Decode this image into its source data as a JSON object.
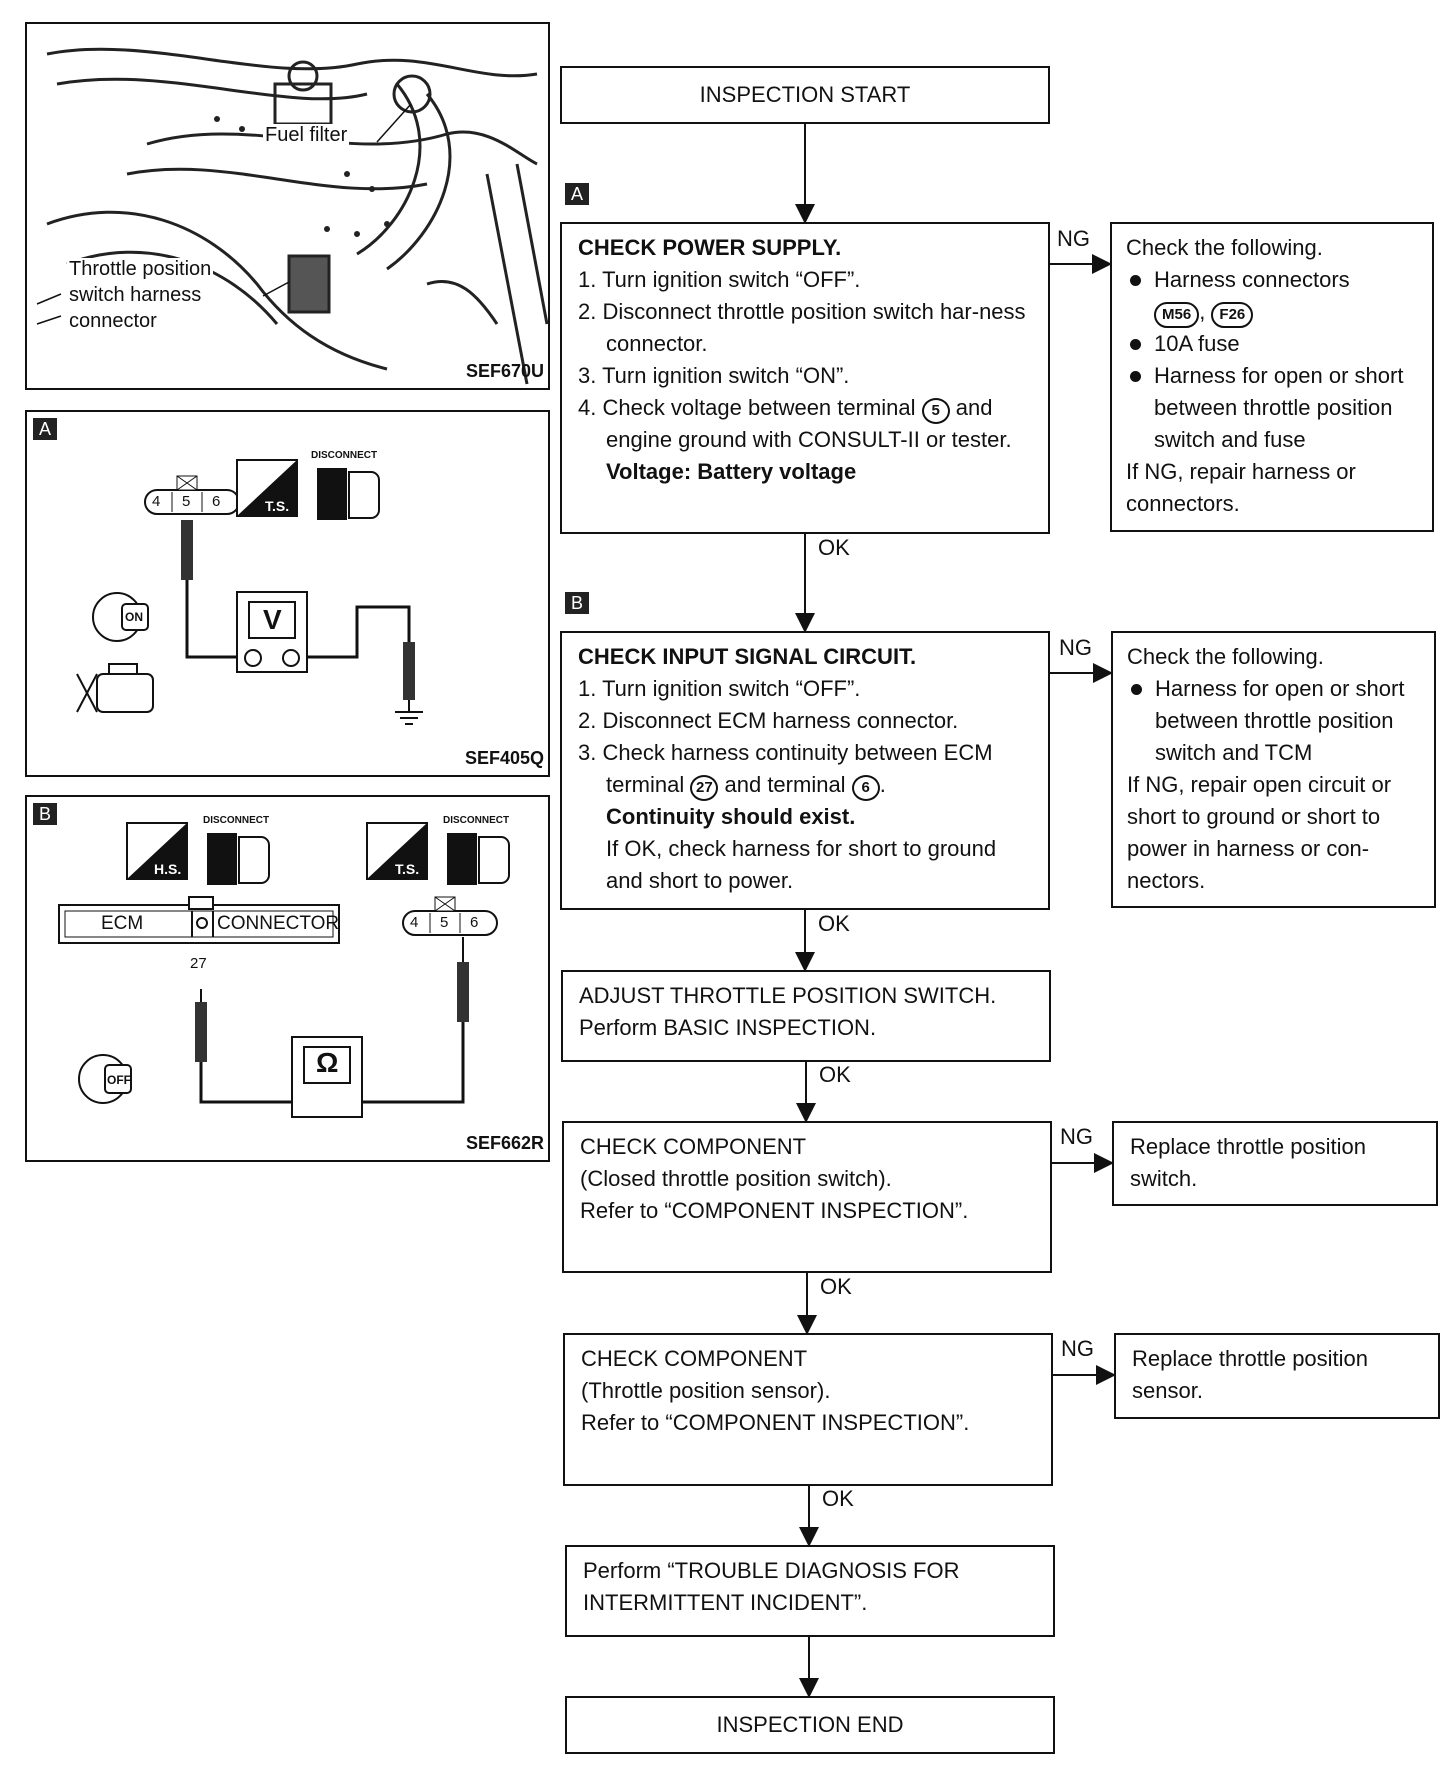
{
  "photo": {
    "fuel_filter": "Fuel filter",
    "tps_line1": "Throttle position",
    "tps_line2": "switch harness",
    "tps_line3": "connector",
    "code": "SEF670U"
  },
  "diagram_a": {
    "tag": "A",
    "disconnect": "DISCONNECT",
    "ts": "T.S.",
    "pins": [
      "4",
      "5",
      "6"
    ],
    "meter": "V",
    "key": "ON",
    "code": "SEF405Q"
  },
  "diagram_b": {
    "tag": "B",
    "disconnect": "DISCONNECT",
    "hs": "H.S.",
    "ts": "T.S.",
    "ecm": "ECM",
    "connector": "CONNECTOR",
    "terminal": "27",
    "pins": [
      "4",
      "5",
      "6"
    ],
    "meter": "Ω",
    "key": "OFF",
    "code": "SEF662R"
  },
  "flow": {
    "start": "INSPECTION START",
    "tag_a": "A",
    "tag_b": "B",
    "ok": "OK",
    "ng": "NG",
    "step_a": {
      "title": "CHECK POWER SUPPLY.",
      "s1": "1. Turn ignition switch “OFF”.",
      "s2": "2. Disconnect throttle position switch har-ness connector.",
      "s3": "3. Turn ignition switch “ON”.",
      "s4a": "4. Check voltage between terminal",
      "s4_terminal": "5",
      "s4b": "and engine ground with CONSULT-II or tester.",
      "spec": "Voltage: Battery voltage"
    },
    "ng_a": {
      "head": "Check the following.",
      "b1": "Harness connectors",
      "conn1": "M56",
      "conn2": "F26",
      "b2": "10A fuse",
      "b3": "Harness for open or short between throttle position switch and fuse",
      "tail": "If NG, repair harness or connectors."
    },
    "step_b": {
      "title": "CHECK INPUT SIGNAL CIRCUIT.",
      "s1": "1. Turn ignition switch “OFF”.",
      "s2": "2. Disconnect ECM harness connector.",
      "s3a": "3. Check harness continuity between ECM terminal",
      "s3_t1": "27",
      "s3b": "and terminal",
      "s3_t2": "6",
      "spec": "Continuity should exist.",
      "note": "If OK, check harness for short to ground and short to power."
    },
    "ng_b": {
      "head": "Check the following.",
      "b1": "Harness for open or short between throttle position switch and TCM",
      "tail": "If NG, repair open circuit or short to ground or short to power in harness or con-nectors."
    },
    "adjust": "ADJUST THROTTLE POSITION SWITCH. Perform BASIC INSPECTION.",
    "comp1": {
      "l1": "CHECK COMPONENT",
      "l2": "(Closed throttle position switch).",
      "l3": "Refer to “COMPONENT INSPECTION”."
    },
    "ng_c1": "Replace throttle position switch.",
    "comp2": {
      "l1": "CHECK COMPONENT",
      "l2": "(Throttle position sensor).",
      "l3": "Refer to “COMPONENT INSPECTION”."
    },
    "ng_c2": "Replace throttle position sensor.",
    "intermittent": "Perform “TROUBLE DIAGNOSIS FOR INTERMITTENT INCIDENT”.",
    "end": "INSPECTION END"
  }
}
